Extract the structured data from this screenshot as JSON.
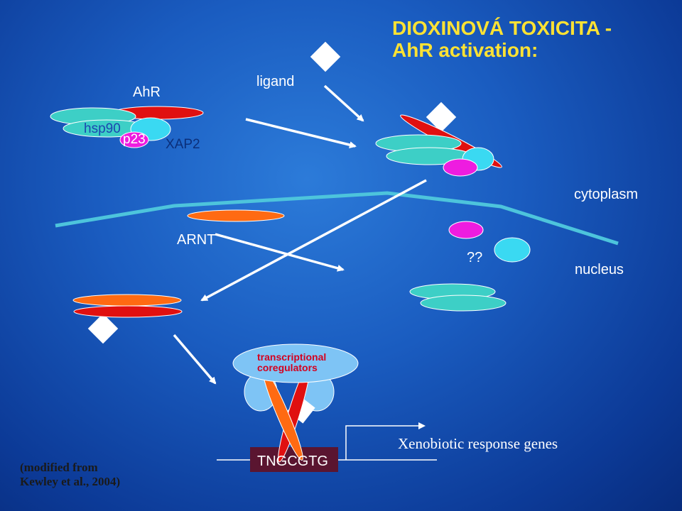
{
  "title": {
    "line1": "DIOXINOVÁ TOXICITA -",
    "line2": "AhR activation:"
  },
  "labels": {
    "ahr": "AhR",
    "ligand": "ligand",
    "hsp90": "hsp90",
    "p23": "p23",
    "xap2": "XAP2",
    "cytoplasm": "cytoplasm",
    "arnt": "ARNT",
    "unknown": "??",
    "nucleus": "nucleus",
    "coregulators_line1": "transcriptional",
    "coregulators_line2": "coregulators",
    "dna_motif": "TNGCGTG",
    "genes": "Xenobiotic response genes",
    "citation_line1": "(modified from",
    "citation_line2": "Kewley et al., 2004)"
  },
  "colors": {
    "background": "#1a5cc0",
    "title": "#ffe233",
    "ahr_red": "#e01010",
    "hsp90_teal": "#3dcfc6",
    "xap2_cyan": "#3ad9f2",
    "p23_magenta": "#ee1ce0",
    "arnt_orange": "#ff6a12",
    "coregulator_blue": "#7ec4f5",
    "membrane": "#4dc4dc",
    "arrow": "#ffffff",
    "dna_box": "#5a1530"
  }
}
